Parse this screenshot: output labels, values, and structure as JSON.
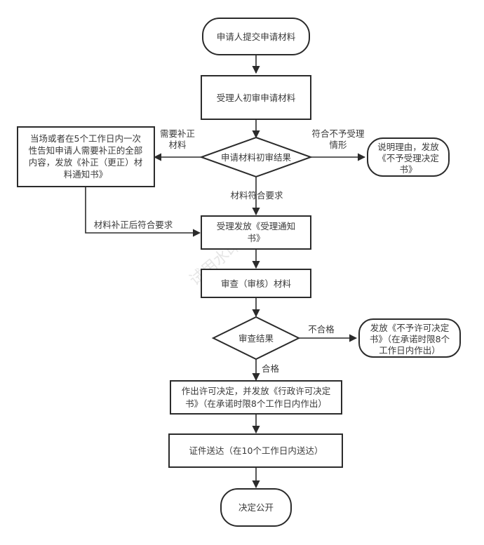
{
  "nodes": {
    "submit": {
      "type": "terminal",
      "lines": [
        "申请人提交申请材料"
      ]
    },
    "initial_review": {
      "type": "process",
      "lines": [
        "受理人初审申请材料"
      ]
    },
    "initial_result": {
      "type": "decision",
      "lines": [
        "申请材料初审结果"
      ]
    },
    "supplement_notice": {
      "type": "process",
      "lines": [
        "当场或者在5个工作日内一次",
        "性告知申请人需要补正的全部",
        "内容，发放《补正（更正）材",
        "料通知书》"
      ]
    },
    "reject_accept": {
      "type": "terminal",
      "lines": [
        "说明理由，发放",
        "《不予受理决定",
        "书》"
      ]
    },
    "accept_notice": {
      "type": "process",
      "lines": [
        "受理发放《受理通知",
        "书》"
      ]
    },
    "examine": {
      "type": "process",
      "lines": [
        "审查（审核）材料"
      ]
    },
    "exam_result": {
      "type": "decision",
      "lines": [
        "审查结果"
      ]
    },
    "deny_permit": {
      "type": "terminal",
      "lines": [
        "发放《不予许可决定",
        "书》（在承诺时限8个",
        "工作日内作出）"
      ]
    },
    "grant_permit": {
      "type": "process",
      "lines": [
        "作出许可决定，并发放《行政许可决定",
        "书》（在承诺时限8个工作日内作出）"
      ]
    },
    "deliver": {
      "type": "process",
      "lines": [
        "证件送达（在10个工作日内送达）"
      ]
    },
    "publish": {
      "type": "terminal",
      "lines": [
        "决定公开"
      ]
    }
  },
  "edges": {
    "need_supplement": {
      "lines": [
        "需要补正",
        "材料"
      ]
    },
    "not_accepted": {
      "lines": [
        "符合不予受理",
        "情形"
      ]
    },
    "meets_requirements": {
      "lines": [
        "材料符合要求"
      ]
    },
    "after_supplement": {
      "lines": [
        "材料补正后符合要求"
      ]
    },
    "unqualified": {
      "lines": [
        "不合格"
      ]
    },
    "qualified": {
      "lines": [
        "合格"
      ]
    }
  },
  "watermark": "试用水印",
  "colors": {
    "stroke": "#2b2b2b",
    "text": "#3a3a3a",
    "background": "#ffffff"
  }
}
